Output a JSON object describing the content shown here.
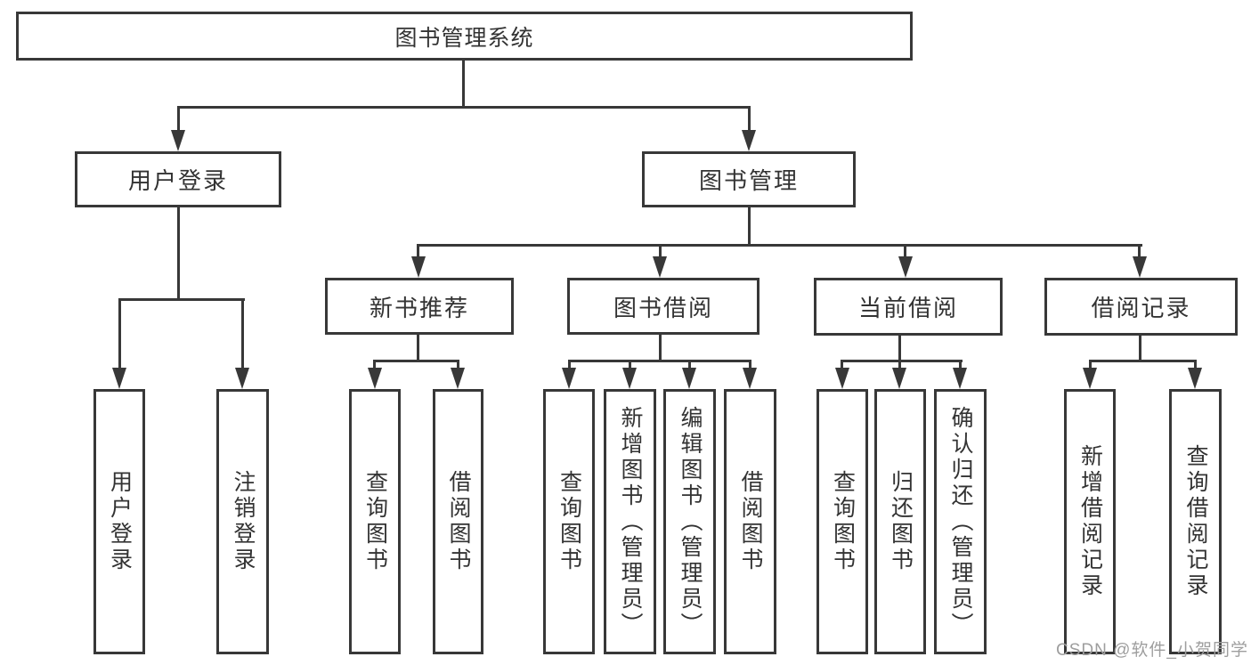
{
  "page": {
    "type": "functional-structure-diagram"
  },
  "tree": {
    "label": "图书管理系统",
    "children": [
      {
        "label": "用户登录",
        "children": [
          {
            "label": "用户登录"
          },
          {
            "label": "注销登录"
          }
        ]
      },
      {
        "label": "图书管理",
        "children": [
          {
            "label": "新书推荐",
            "children": [
              {
                "label": "查询图书"
              },
              {
                "label": "借阅图书"
              }
            ]
          },
          {
            "label": "图书借阅",
            "children": [
              {
                "label": "查询图书"
              },
              {
                "label": "新增图书（管理员）"
              },
              {
                "label": "编辑图书（管理员）"
              },
              {
                "label": "借阅图书"
              }
            ]
          },
          {
            "label": "当前借阅",
            "children": [
              {
                "label": "查询图书"
              },
              {
                "label": "归还图书"
              },
              {
                "label": "确认归还（管理员）"
              }
            ]
          },
          {
            "label": "借阅记录",
            "children": [
              {
                "label": "新增借阅记录"
              },
              {
                "label": "查询借阅记录"
              }
            ]
          }
        ]
      }
    ]
  },
  "watermark": "CSDN @软件_小贺同学",
  "colors": {
    "line": "#383838",
    "text": "#333333",
    "watermark": "#9e9e9e",
    "background": "#ffffff"
  }
}
